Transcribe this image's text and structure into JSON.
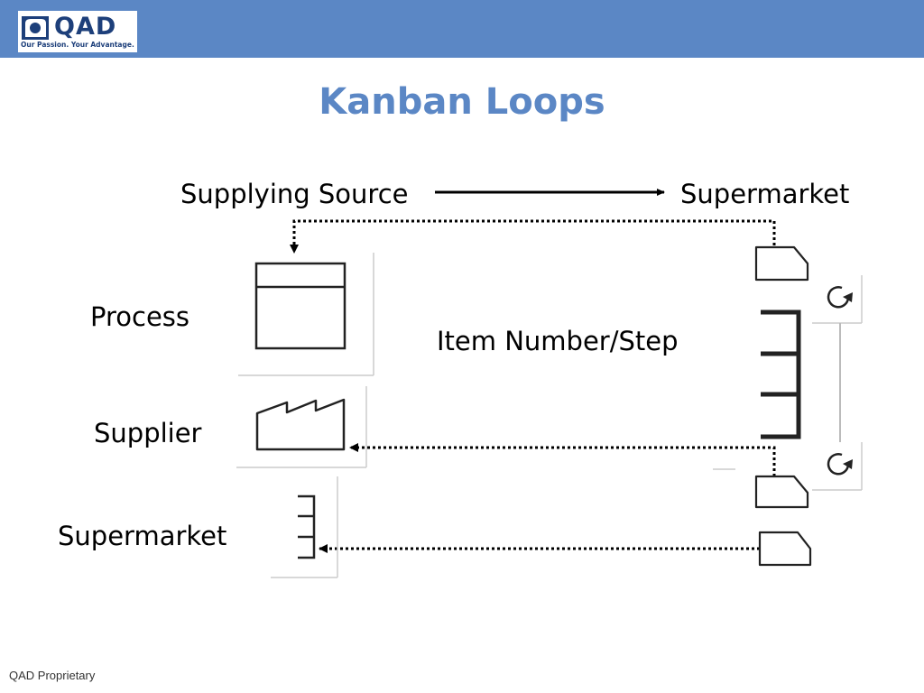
{
  "header": {
    "logo_text": "QAD",
    "logo_tagline": "Our Passion. Your Advantage.",
    "bar_color": "#5b87c5"
  },
  "slide": {
    "title": "Kanban Loops",
    "title_color": "#5b87c5"
  },
  "diagram": {
    "flow_from": "Supplying Source",
    "flow_to": "Supermarket",
    "legend": [
      {
        "label": "Process",
        "icon": "process-box-icon"
      },
      {
        "label": "Supplier",
        "icon": "factory-icon"
      },
      {
        "label": "Supermarket",
        "icon": "supermarket-icon"
      }
    ],
    "center_label": "Item Number/Step",
    "right_icons": [
      "kanban-card-icon",
      "cycle-icon",
      "supermarket-shelf-icon",
      "cycle-icon",
      "kanban-card-icon",
      "kanban-card-icon"
    ]
  },
  "footer": {
    "text": "QAD Proprietary"
  }
}
